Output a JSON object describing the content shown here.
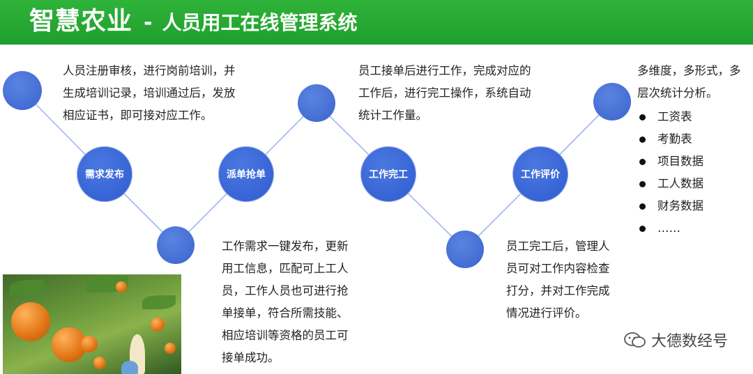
{
  "header": {
    "title_main": "智慧农业",
    "separator": "-",
    "title_sub": "人员用工在线管理系统"
  },
  "stages": [
    {
      "label": "需求发布"
    },
    {
      "label": "派单抢单"
    },
    {
      "label": "工作完工"
    },
    {
      "label": "工作评价"
    }
  ],
  "descriptions": {
    "register": [
      "人员注册审核，进行岗前培训，并",
      "生成培训记录，培训通过后，发放",
      "相应证书，即可接对应工作。"
    ],
    "dispatch": [
      "工作需求一键发布，更新",
      "用工信息，匹配可上工人",
      "员，工作人员也可进行抢",
      "单接单，符合所需技能、",
      "相应培训等资格的员工可",
      "接单成功。"
    ],
    "complete": [
      "员工接单后进行工作，完成对应的",
      "工作后，进行完工操作，系统自动",
      "统计工作量。"
    ],
    "evaluate": [
      "员工完工后，管理人",
      "员可对工作内容检查",
      "打分，并对工作完成",
      "情况进行评价。"
    ],
    "stats": [
      "多维度，多形式，多",
      "层次统计分析。"
    ]
  },
  "stats_list": [
    "工资表",
    "考勤表",
    "项目数据",
    "工人数据",
    "财务数据",
    "……"
  ],
  "watermark": "大德数经号",
  "colors": {
    "header_green": "#23a531",
    "node_blue": "#3b63cf",
    "line_blue": "#9fb6e8"
  }
}
